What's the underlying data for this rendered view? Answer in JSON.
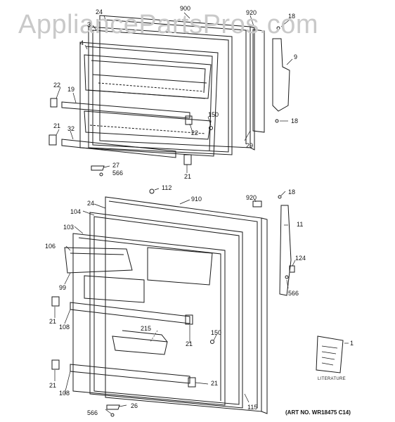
{
  "watermark": "AppliancePartsPros.com",
  "art_number": "(ART NO. WR18475 C14)",
  "literature_label": "LITERATURE",
  "callouts": {
    "c900": "900",
    "c920_top": "920",
    "c24_top": "24",
    "c3": "3",
    "c4": "4",
    "c18_a": "18",
    "c9": "9",
    "c18_b": "18",
    "c22_a": "22",
    "c19": "19",
    "c150_a": "150",
    "c22_b": "22",
    "c21_a": "21",
    "c32": "32",
    "c29": "29",
    "c27": "27",
    "c566_a": "566",
    "c21_b": "21",
    "c112": "112",
    "c910": "910",
    "c920_bot": "920",
    "c18_c": "18",
    "c24_bot": "24",
    "c104": "104",
    "c11": "11",
    "c103": "103",
    "c106": "106",
    "c124": "124",
    "c99": "99",
    "c566_b": "566",
    "c21_c": "21",
    "c108_a": "108",
    "c215": "215",
    "c150_b": "150",
    "c21_d": "21",
    "c1": "1",
    "c21_e": "21",
    "c108_b": "108",
    "c21_f": "21",
    "c115": "115",
    "c566_c": "566",
    "c26": "26"
  },
  "colors": {
    "line": "#1a1a1a",
    "paper": "#ffffff",
    "watermark": "#c9c9c9"
  }
}
